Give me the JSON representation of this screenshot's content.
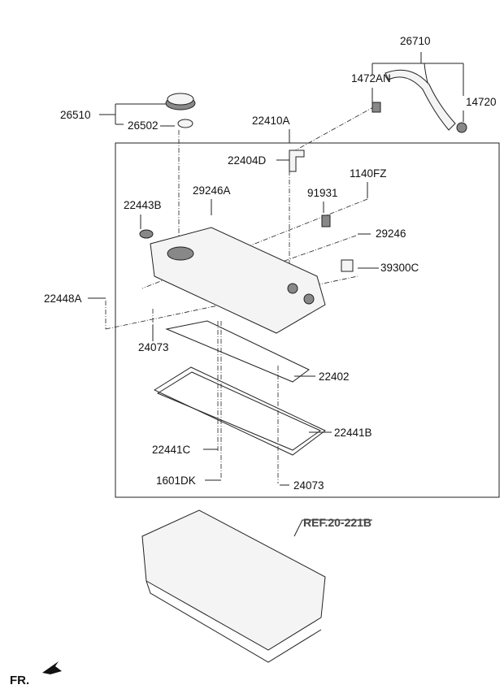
{
  "diagram": {
    "labels": [
      "26710",
      "1472AN",
      "14720",
      "26510",
      "26502",
      "22410A",
      "22404D",
      "1140FZ",
      "91931",
      "22443B",
      "29246A",
      "29246",
      "39300C",
      "22448A",
      "24073",
      "22402",
      "22441B",
      "22441C",
      "1601DK",
      "24073"
    ],
    "reference": "REF.20-221B",
    "front_marker": "FR."
  }
}
